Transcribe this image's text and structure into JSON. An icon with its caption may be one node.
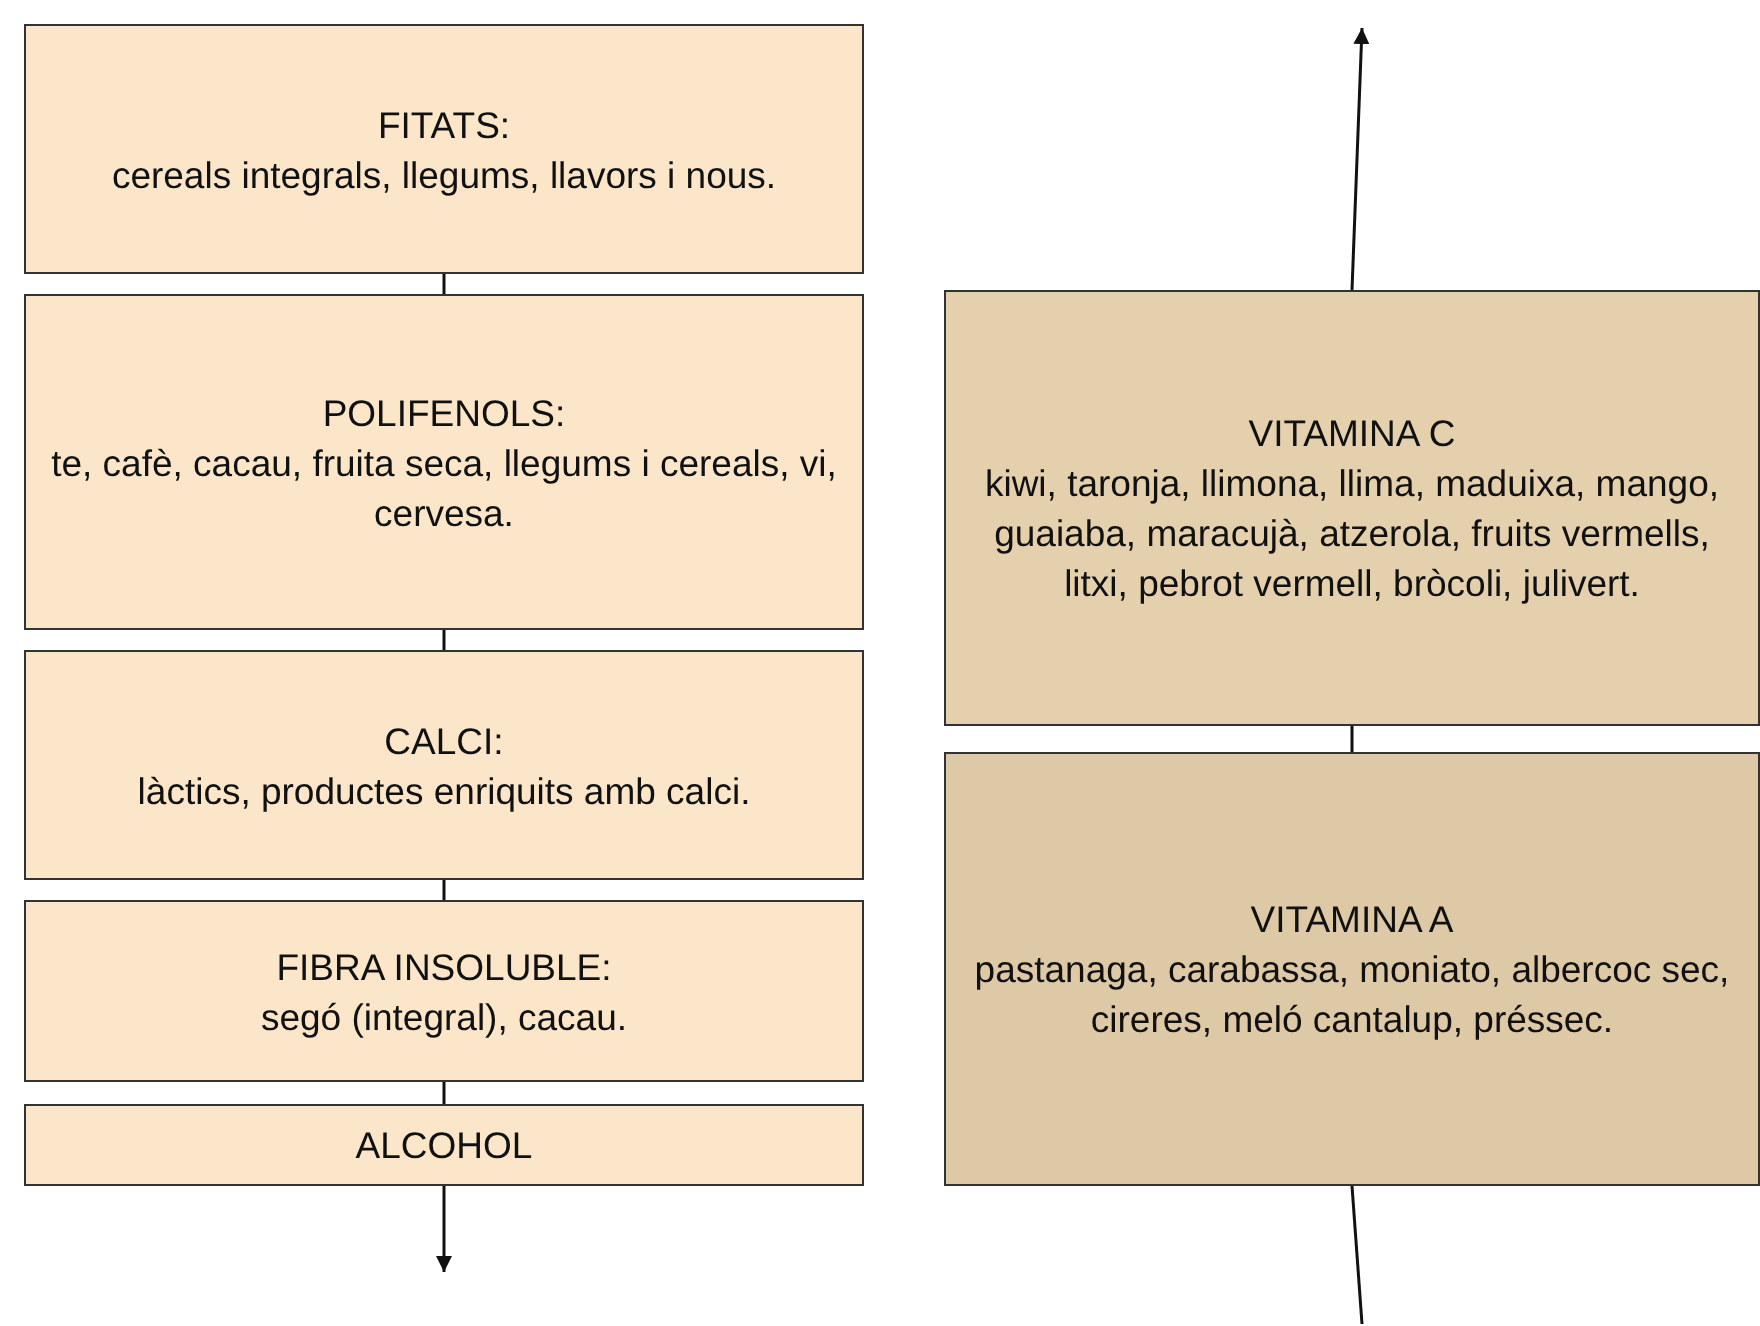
{
  "diagram": {
    "nodes": [
      {
        "text": [
          "FITATS:",
          "cereals integrals, llegums, llavors i nous."
        ]
      },
      {
        "text": [
          "POLIFENOLS:",
          "te, cafè, cacau, fruita seca, llegums i cereals, vi, cervesa."
        ]
      },
      {
        "text": [
          "CALCI:",
          "làctics, productes enriquits amb calci."
        ]
      },
      {
        "text": [
          "FIBRA INSOLUBLE:",
          "segó (integral), cacau."
        ]
      },
      {
        "text": [
          "ALCOHOL"
        ]
      },
      {
        "text": [
          "VITAMINA C",
          "kiwi, taronja, llimona, llima, maduixa, mango, guaiaba, maracujà, atzerola, fruits vermells, litxi, pebrot vermell, bròcoli, julivert."
        ]
      },
      {
        "text": [
          "VITAMINA A",
          "pastanaga, carabassa, moniato, albercoc sec, cireres, meló cantalup, préssec."
        ]
      }
    ],
    "edges": [
      {
        "from": 0,
        "to": 1,
        "arrow": "none"
      },
      {
        "from": 1,
        "to": 2,
        "arrow": "none"
      },
      {
        "from": 2,
        "to": 3,
        "arrow": "none"
      },
      {
        "from": 3,
        "to": 4,
        "arrow": "none"
      },
      {
        "from": 4,
        "to": null,
        "arrow": "to"
      },
      {
        "from": null,
        "to": 6,
        "arrow": "none"
      },
      {
        "from": 6,
        "to": 5,
        "arrow": "none"
      },
      {
        "from": 5,
        "to": null,
        "arrow": "to"
      }
    ]
  }
}
